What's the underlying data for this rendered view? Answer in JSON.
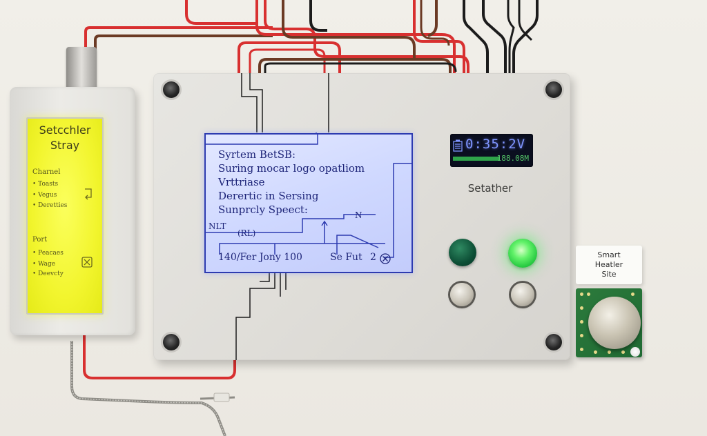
{
  "sensor_display": {
    "title_line1": "Setcchler",
    "title_line2": "Stray",
    "section1_heading": "Charnel",
    "section1_items": [
      "• Toasts",
      "• Vegus",
      "• Deretties"
    ],
    "section2_heading": "Port",
    "section2_items": [
      "• Peacaes",
      "• Wage",
      "• Deevcty"
    ],
    "icon1": "sync-arrow-icon",
    "icon2": "close-box-icon"
  },
  "lcd": {
    "line1": "Syrtem BetSB:",
    "line2": "Suring mocar logo opatliom",
    "line3": "Vrttriase",
    "line4": "Derertic in Sersing",
    "line5": "Sunprcly Speect:",
    "label_n": "N",
    "label_nlt": "NLT",
    "label_rl": "(RL)",
    "bottom_left": "140/Fer Jony 100",
    "bottom_mid": "Se Fut",
    "bottom_right": "2"
  },
  "oled": {
    "time": "0:35:2V",
    "sub": "188.08M"
  },
  "panel_label": "Setather",
  "heater_card": {
    "line1": "Smart",
    "line2": "Heatler",
    "line3": "Site"
  },
  "colors": {
    "wire_red": "#d83030",
    "wire_brown": "#6b3a24",
    "wire_black": "#1c1c1c",
    "led_green": "#3ef05a",
    "lcd_text": "#1d2478",
    "yellow_screen": "#f2f52e"
  }
}
